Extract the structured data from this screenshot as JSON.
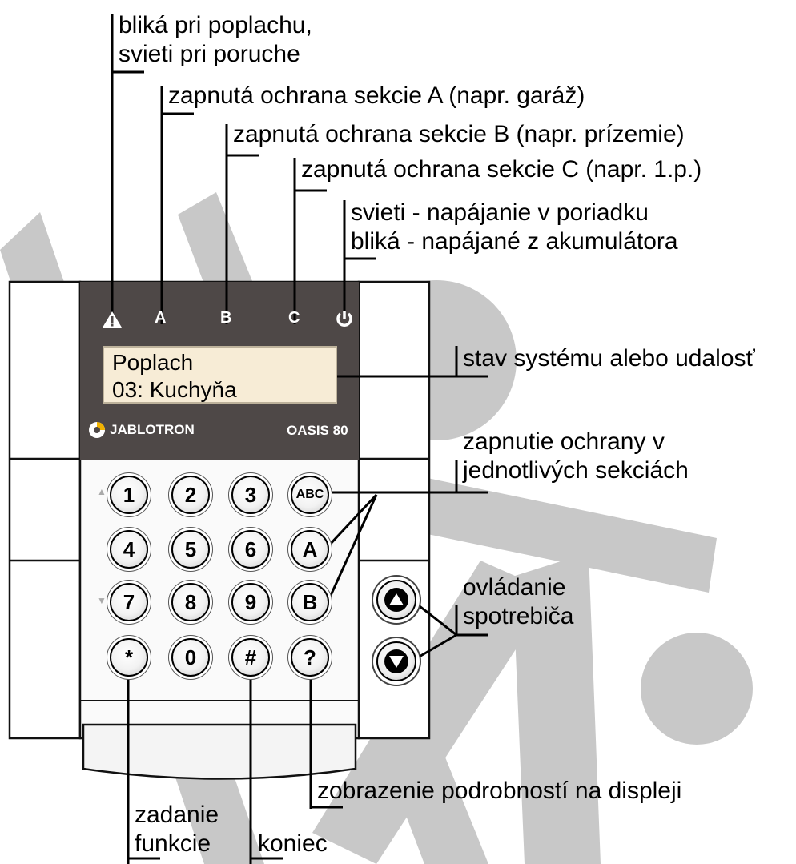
{
  "callouts": {
    "alarm": [
      "bliká pri poplachu,",
      "svieti pri poruche"
    ],
    "section_a": "zapnutá ochrana sekcie A (napr. garáž)",
    "section_b": "zapnutá ochrana sekcie B (napr. prízemie)",
    "section_c": "zapnutá ochrana sekcie C (napr. 1.p.)",
    "power": [
      "svieti - napájanie v poriadku",
      "bliká - napájané z akumulátora"
    ],
    "status": "stav systému alebo udalosť",
    "arming": [
      "zapnutie ochrany v",
      "jednotlivých sekciách"
    ],
    "appliance": [
      "ovládanie",
      "spotrebiča"
    ],
    "details": "zobrazenie podrobností na displeji",
    "function": [
      "zadanie",
      "funkcie"
    ],
    "end": "koniec"
  },
  "indicators": {
    "alarm_icon": "warning-triangle-icon",
    "a": "A",
    "b": "B",
    "c": "C",
    "power_icon": "power-icon"
  },
  "display": {
    "line1": "Poplach",
    "line2": "03: Kuchyňa"
  },
  "brand": {
    "name": "JABLOTRON",
    "model": "OASIS 80"
  },
  "keys": {
    "k1": "1",
    "k2": "2",
    "k3": "3",
    "abc": "ABC",
    "k4": "4",
    "k5": "5",
    "k6": "6",
    "a": "A",
    "k7": "7",
    "k8": "8",
    "k9": "9",
    "b": "B",
    "star": "*",
    "k0": "0",
    "hash": "#",
    "help": "?"
  },
  "colors": {
    "watermark": "#c8c8c8",
    "panel": "#4e4847",
    "lcd": "#f7ecd6"
  }
}
